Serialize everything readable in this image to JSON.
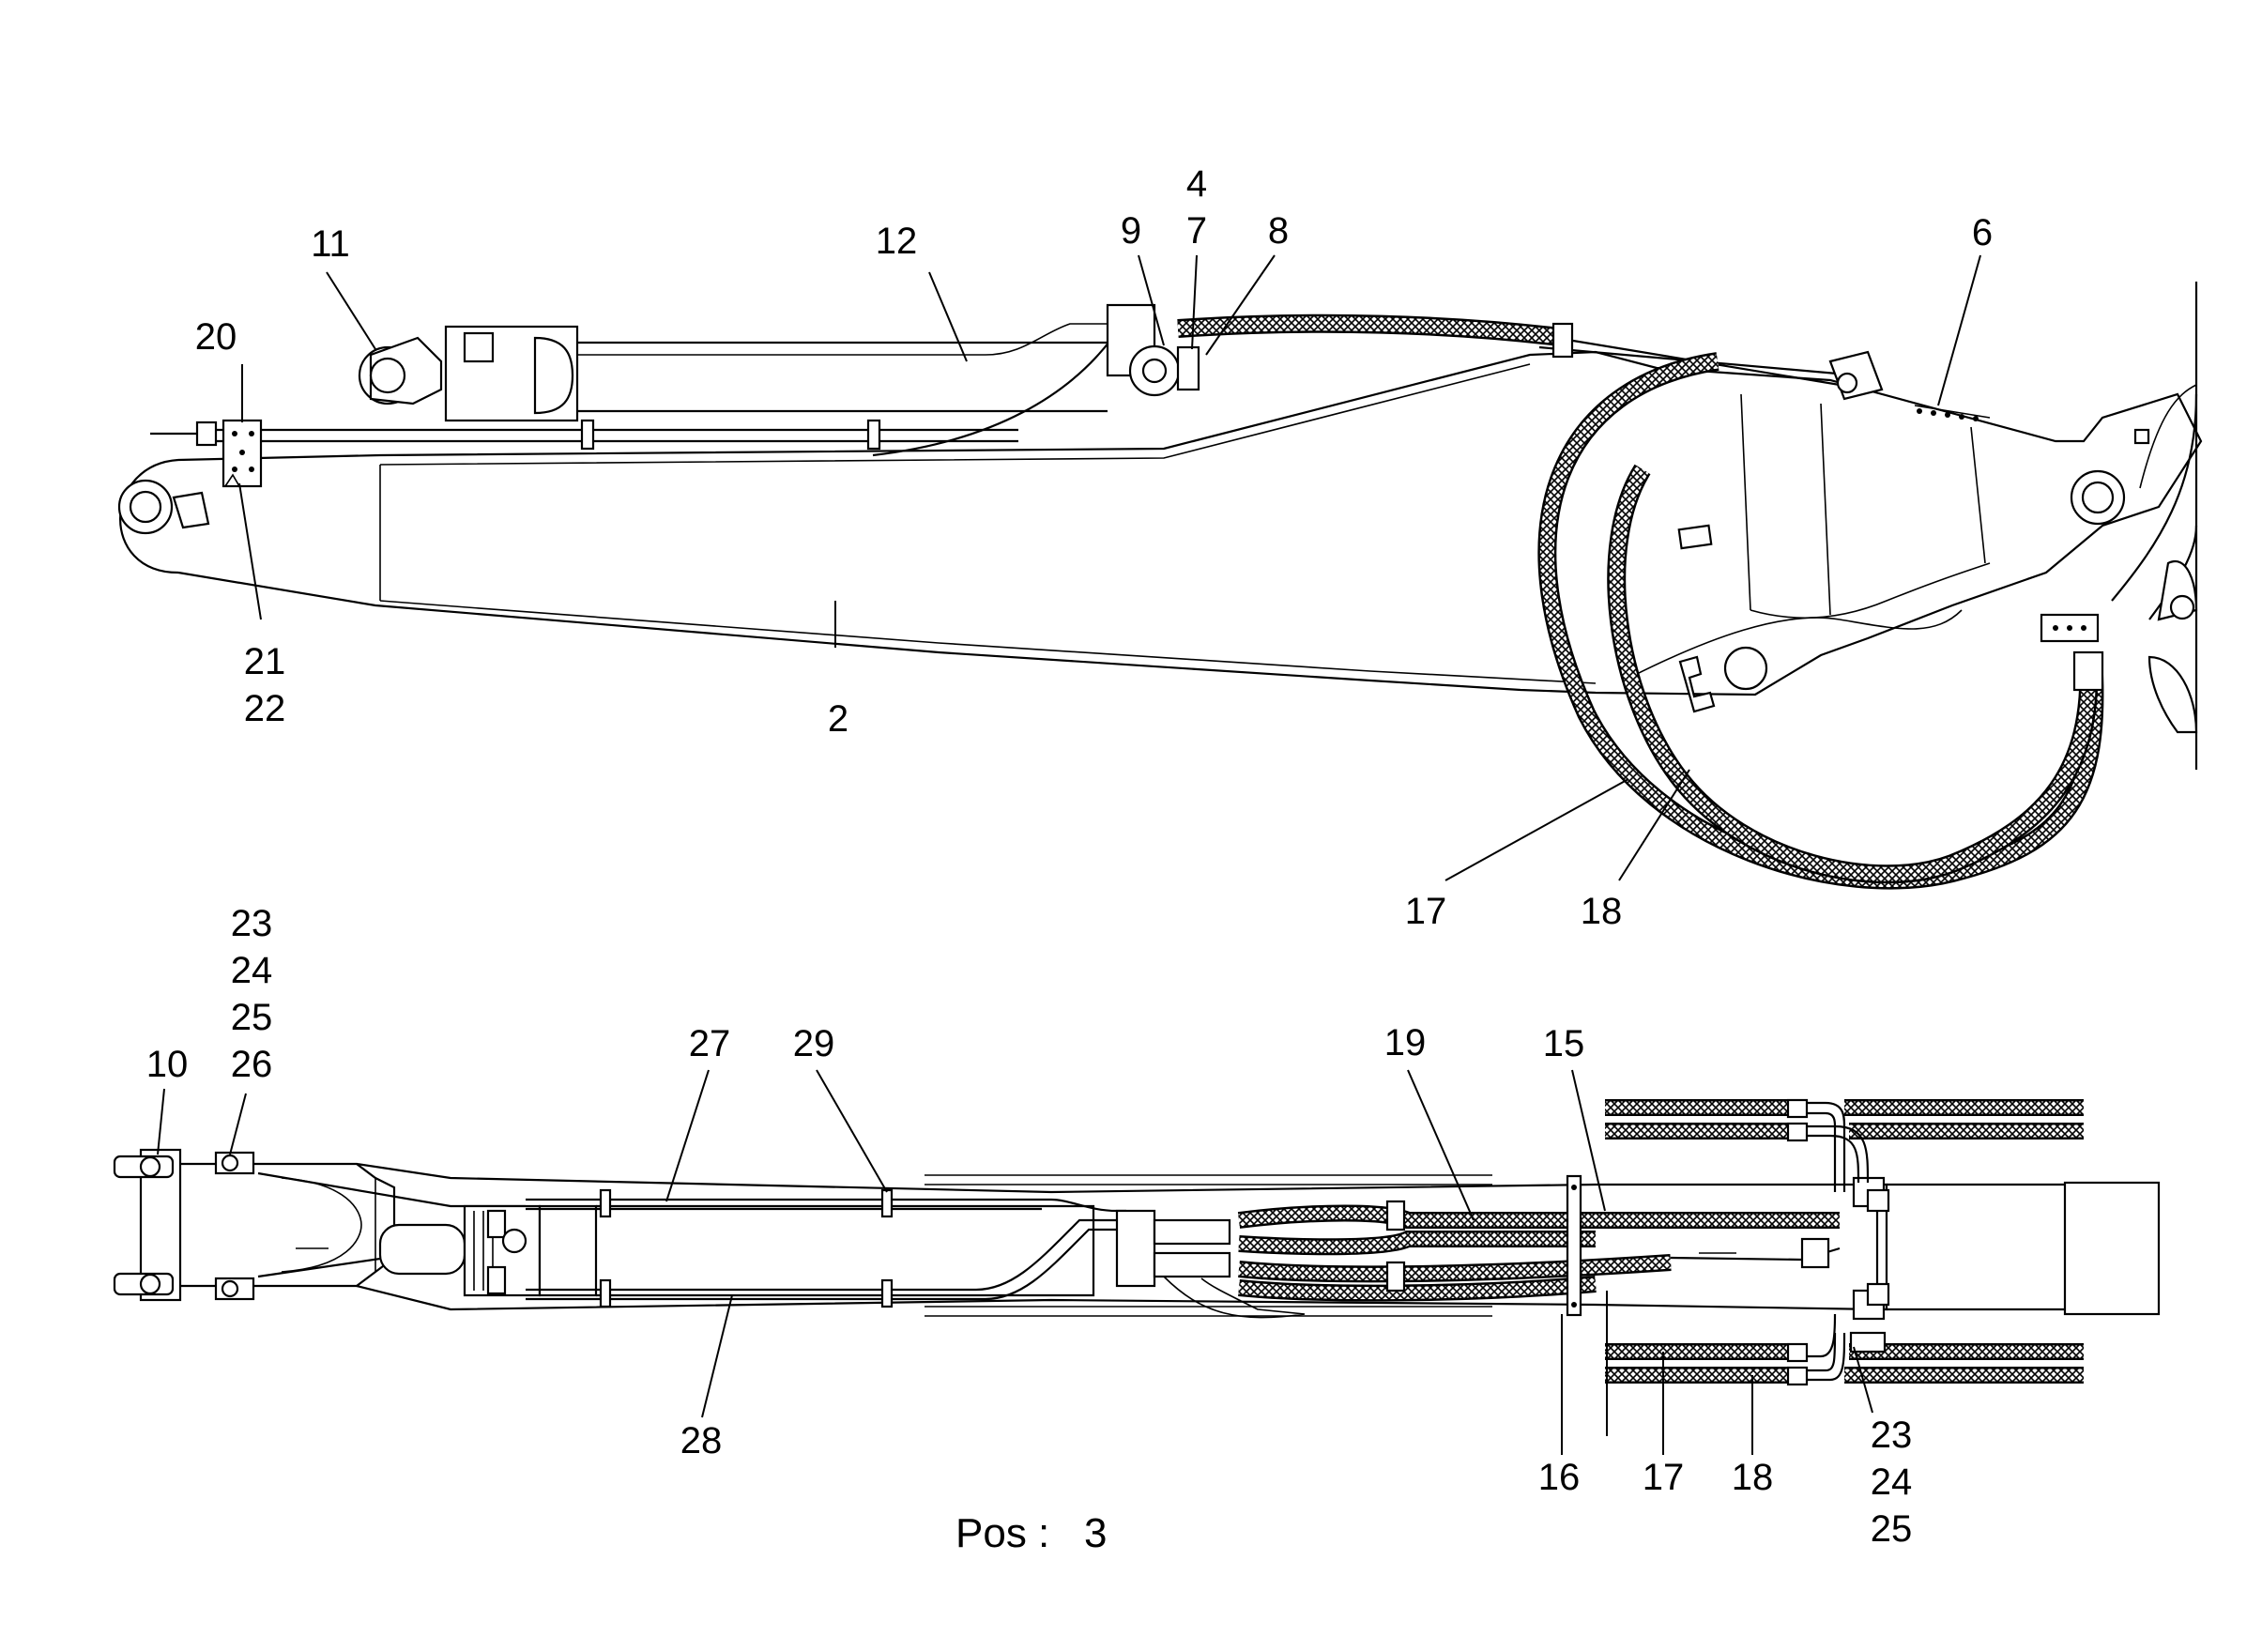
{
  "caption": {
    "label": "Pos :",
    "value": "3"
  },
  "side_view": {
    "callouts": [
      "4",
      "7",
      "8",
      "9",
      "11",
      "12",
      "6",
      "20",
      "21",
      "22",
      "2",
      "17",
      "18"
    ]
  },
  "top_view": {
    "callouts": [
      "23",
      "24",
      "25",
      "26",
      "10",
      "27",
      "29",
      "19",
      "15",
      "28",
      "16",
      "17",
      "18",
      "23",
      "24",
      "25"
    ]
  },
  "colors": {
    "line": "#000000",
    "background": "#ffffff"
  }
}
